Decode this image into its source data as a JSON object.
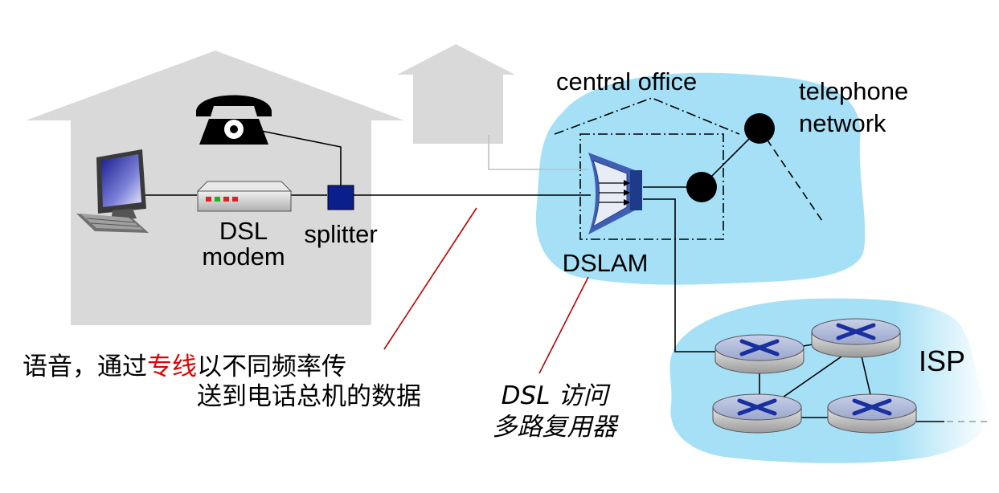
{
  "labels": {
    "central_office": "central office",
    "telephone": "telephone",
    "network": "network",
    "dsl": "DSL",
    "modem": "modem",
    "splitter": "splitter",
    "dslam": "DSLAM",
    "isp": "ISP"
  },
  "annotations": {
    "line1_prefix": "语音，通过",
    "line1_highlight": "专线",
    "line1_suffix": "以不同频率传",
    "line2": "送到电话总机的数据",
    "mux_line1": "DSL 访问",
    "mux_line2": "多路复用器"
  },
  "colors": {
    "house": "#d9d9d9",
    "cloud": "#a5e0f6",
    "highlight": "#e00000",
    "pointer": "#c00000",
    "node": "#000000",
    "splitter": "#0a1e8c",
    "dslam": "#3f5fb3"
  }
}
